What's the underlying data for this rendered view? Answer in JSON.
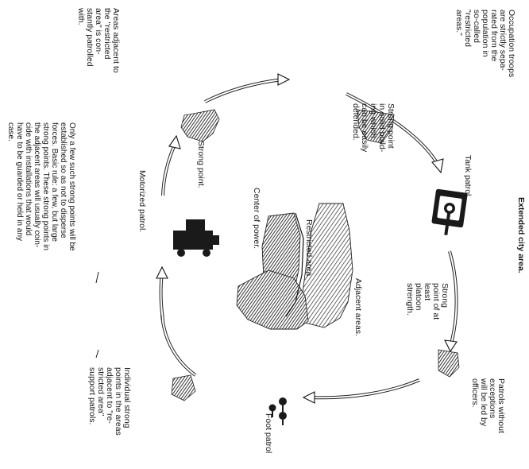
{
  "title": "Extended city area.",
  "labels": {
    "occupation_troops": "Occupation troops\nare strictly sepa-\nrated from the\npopulation in\nso-called\n\"restricted\nareas.\"",
    "areas_adjacent": "Areas adjacent to\nthe \"restricted\narea\" is con-\nstantly patrolled\nwith.",
    "strong_point_building": "Strong point\nin solid build-\ning which\ncan be easily\ndefended.",
    "tank_patrol": "Tank patrol.",
    "strong_point_platoon": "Strong\npoint of at\nleast\nplatoon\nstrength.",
    "adjacent_areas": "Adjacent areas.",
    "restricted_area": "Restricted area",
    "center_of_power": "Center of power.",
    "patrols_without_exceptions": "Patrols without\nexceptions\nwill be led by\nofficers.",
    "strong_point": "Strong point.",
    "motorized_patrol": "Motorized patrol.",
    "only_a_few": "Only a few such strong points will be\nestablished so as not to disperse\nforces. Basic rule: a few, but large\nstrong points. These strong points in\nthe adjacent areas will usually coin-\ncide with installations that would\nhave to be guarded or held in any\ncase.",
    "individual_strong_points": "Individual strong\npoints in the areas\nadjacent to \"re-\nstricted area\"\nsupport patrols.",
    "foot_patrol": "Foot patrol"
  },
  "colors": {
    "ink": "#151515",
    "hatch": "#2a2a2a",
    "background": "#ffffff"
  },
  "icons": [
    "tank-icon",
    "motorized-patrol-icon",
    "foot-patrol-icon"
  ]
}
